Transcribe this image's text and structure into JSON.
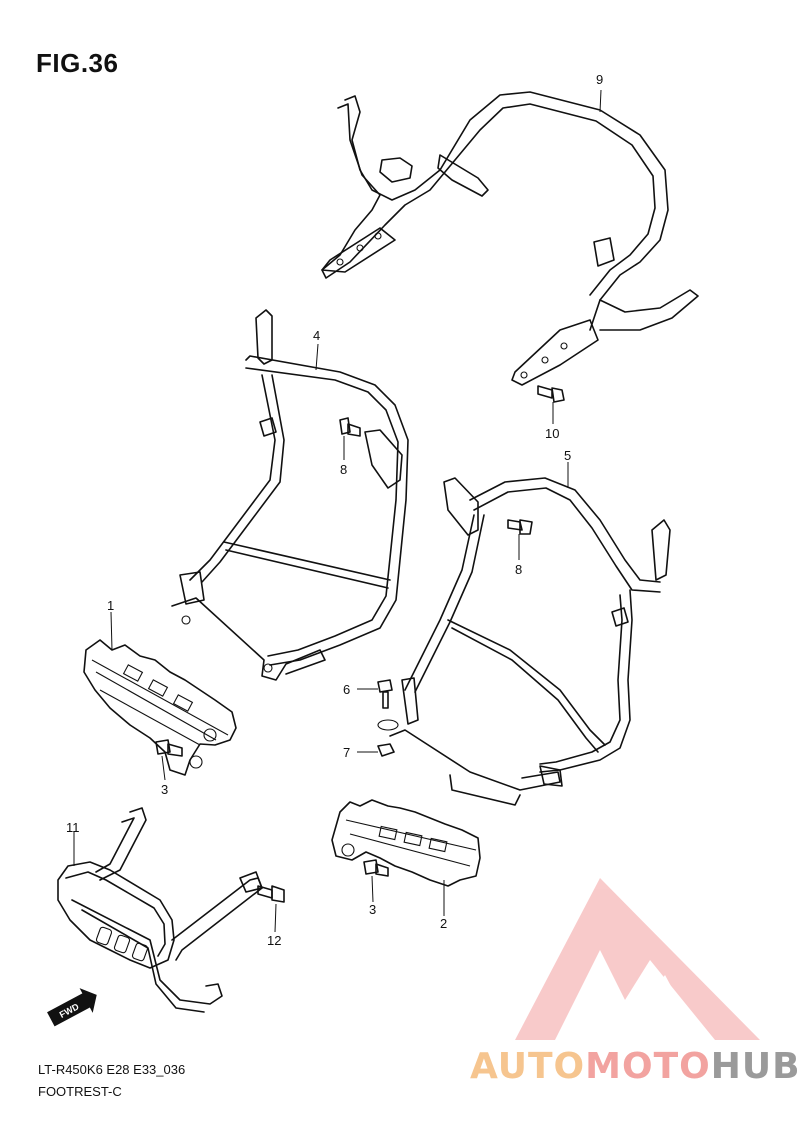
{
  "figure": {
    "title": "FIG.36"
  },
  "footer": {
    "model_code": "LT-R450K6 E28 E33_036",
    "section": "FOOTREST-C"
  },
  "fwd_label": "FWD",
  "callouts": [
    {
      "id": "9",
      "part": "rear-bar"
    },
    {
      "id": "4",
      "part": "left-footrest-frame"
    },
    {
      "id": "10",
      "part": "bolt"
    },
    {
      "id": "8",
      "part": "bolt"
    },
    {
      "id": "5",
      "part": "right-footrest-frame"
    },
    {
      "id": "8",
      "part": "bolt"
    },
    {
      "id": "1",
      "part": "left-footpeg"
    },
    {
      "id": "6",
      "part": "bolt"
    },
    {
      "id": "7",
      "part": "nut"
    },
    {
      "id": "3",
      "part": "bolt"
    },
    {
      "id": "11",
      "part": "front-guard"
    },
    {
      "id": "3",
      "part": "bolt"
    },
    {
      "id": "2",
      "part": "right-footpeg"
    },
    {
      "id": "12",
      "part": "bolt"
    }
  ],
  "watermark": {
    "part1": "AUTO",
    "part2": "MOTO",
    "part3": "HUB",
    "colors": {
      "part1": "#f6c58f",
      "part2": "#f2a3a0",
      "part3": "#9a9a9a",
      "logo": "#f4a0a0"
    }
  }
}
